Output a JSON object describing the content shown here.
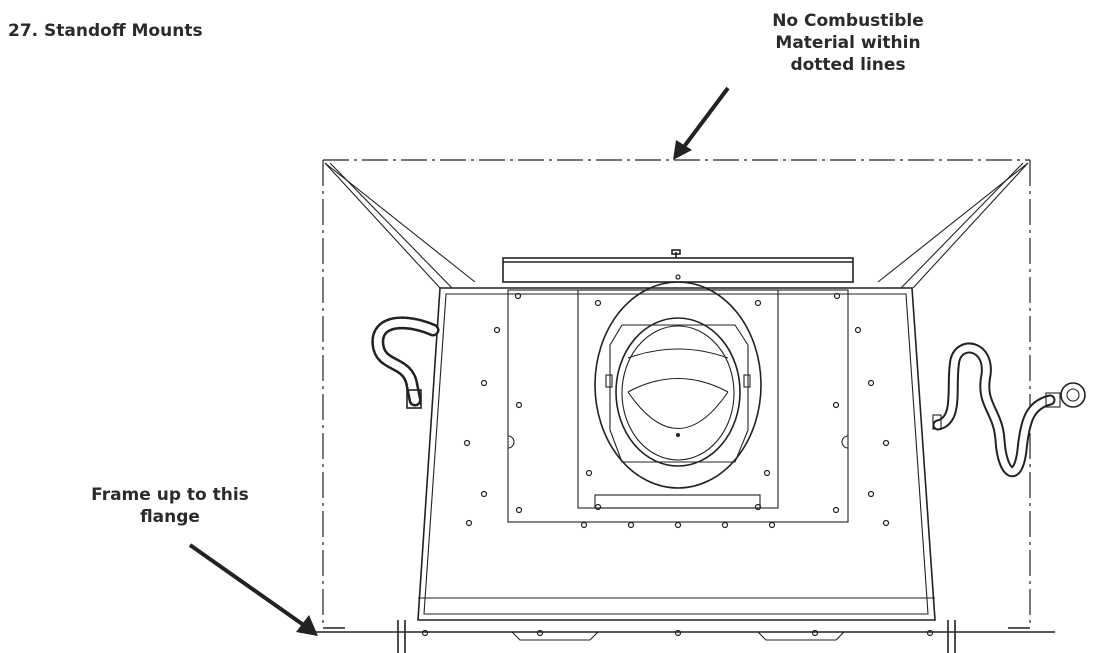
{
  "figure_title": "27. Standoff Mounts",
  "callouts": {
    "top": [
      "No Combustible",
      "Material within",
      "dotted lines"
    ],
    "left": [
      "Frame up to this",
      "flange"
    ]
  },
  "colors": {
    "line": "#222222",
    "text": "#2b2b2b",
    "background": "#ffffff"
  }
}
